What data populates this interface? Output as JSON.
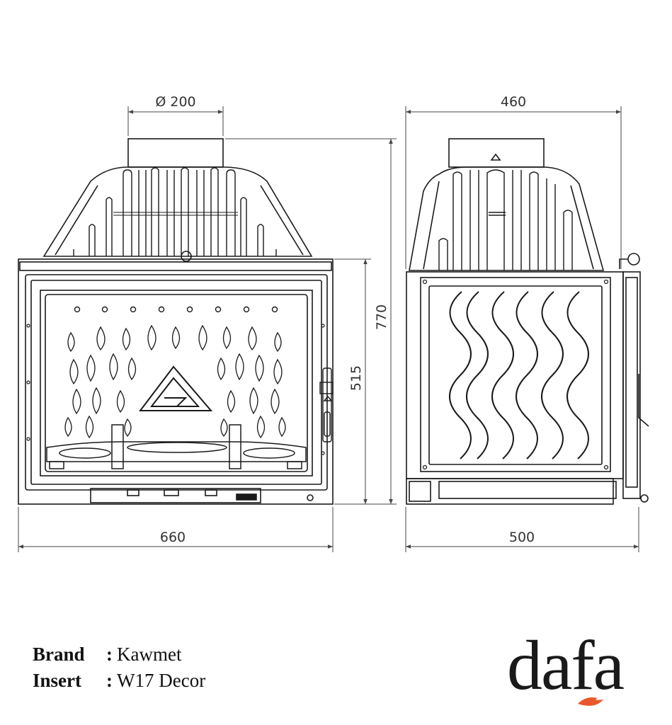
{
  "dimensions": {
    "flue_diameter": "Ø 200",
    "front_width": "660",
    "front_door_height": "515",
    "total_height": "770",
    "side_top_depth": "460",
    "side_depth": "500"
  },
  "info": {
    "brand_label": "Brand",
    "brand_value": "Kawmet",
    "insert_label": "Insert",
    "insert_value": "W17 Decor",
    "separator": ":"
  },
  "logo": {
    "text": "dafa",
    "accent_color": "#e8582a"
  },
  "colors": {
    "line": "#1a1a1a",
    "dimension": "#444444"
  }
}
